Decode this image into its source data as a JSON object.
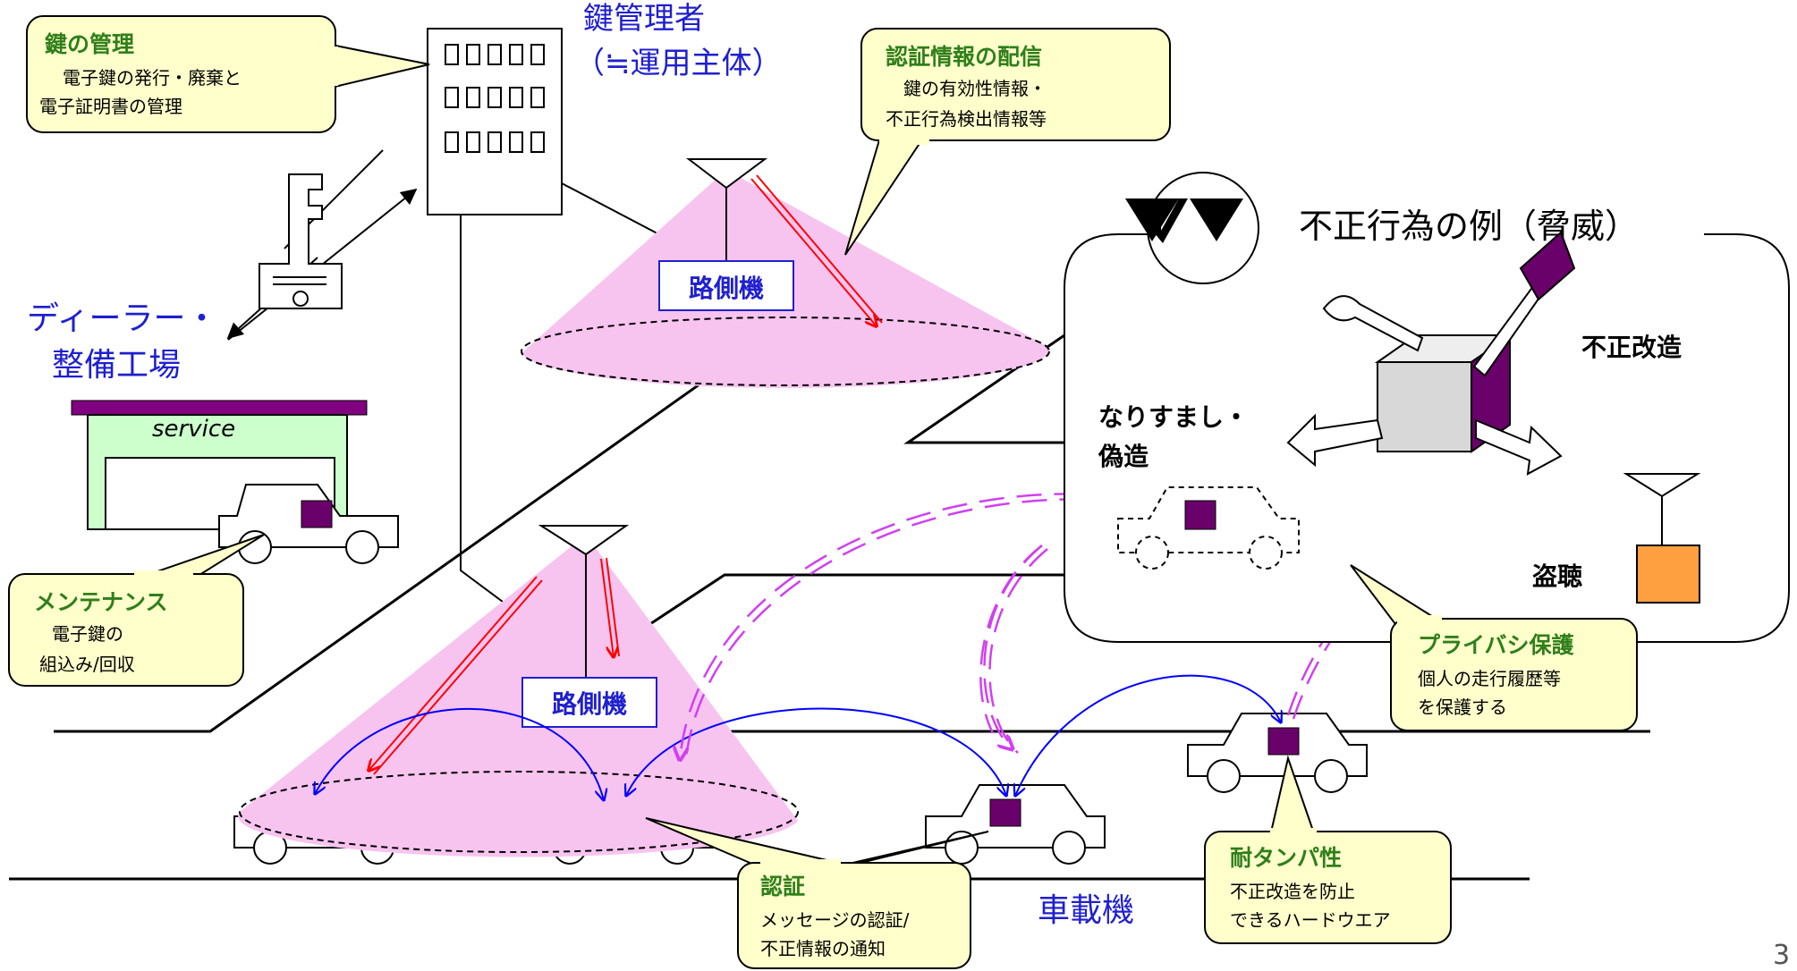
{
  "key_manager": {
    "title": "鍵管理者",
    "subtitle": "（≒運用主体）"
  },
  "dealer": {
    "line1": "ディーラー・",
    "line2": "整備工場",
    "sign": "service"
  },
  "roadside": {
    "unit_top": "路側機",
    "unit_bottom": "路側機"
  },
  "onboard": {
    "label": "車載機"
  },
  "threats": {
    "title": "不正行為の例（脅威）",
    "tampering": "不正改造",
    "spoofing_line1": "なりすまし・",
    "spoofing_line2": "偽造",
    "eavesdrop": "盗聴"
  },
  "callouts": {
    "key_mgmt": {
      "title": "鍵の管理",
      "line1": "電子鍵の発行・廃棄と",
      "line2": "電子証明書の管理"
    },
    "auth_dist": {
      "title": "認証情報の配信",
      "line1": "鍵の有効性情報・",
      "line2": "不正行為検出情報等"
    },
    "maintenance": {
      "title": "メンテナンス",
      "line1": "電子鍵の",
      "line2": "組込み/回収"
    },
    "privacy": {
      "title": "プライバシ保護",
      "line1": "個人の走行履歴等",
      "line2": "を保護する"
    },
    "authentication": {
      "title": "認証",
      "line1": "メッセージの認証/",
      "line2": "不正情報の通知"
    },
    "tamper_resistance": {
      "title": "耐タンパ性",
      "line1": "不正改造を防止",
      "line2": "できるハードウエア"
    }
  },
  "page_number": "3",
  "colors": {
    "label_blue": "#1f1fd0",
    "callout_title": "#2f7f1a",
    "callout_fill": "#ffffcc",
    "cone_fill": "#f7c4f0",
    "device_purple": "#6a006a",
    "arrow_red": "#ff0000",
    "arrow_blue": "#0000ff",
    "arrow_magenta": "#d040f0",
    "eavesdrop_box": "#ffa040"
  }
}
